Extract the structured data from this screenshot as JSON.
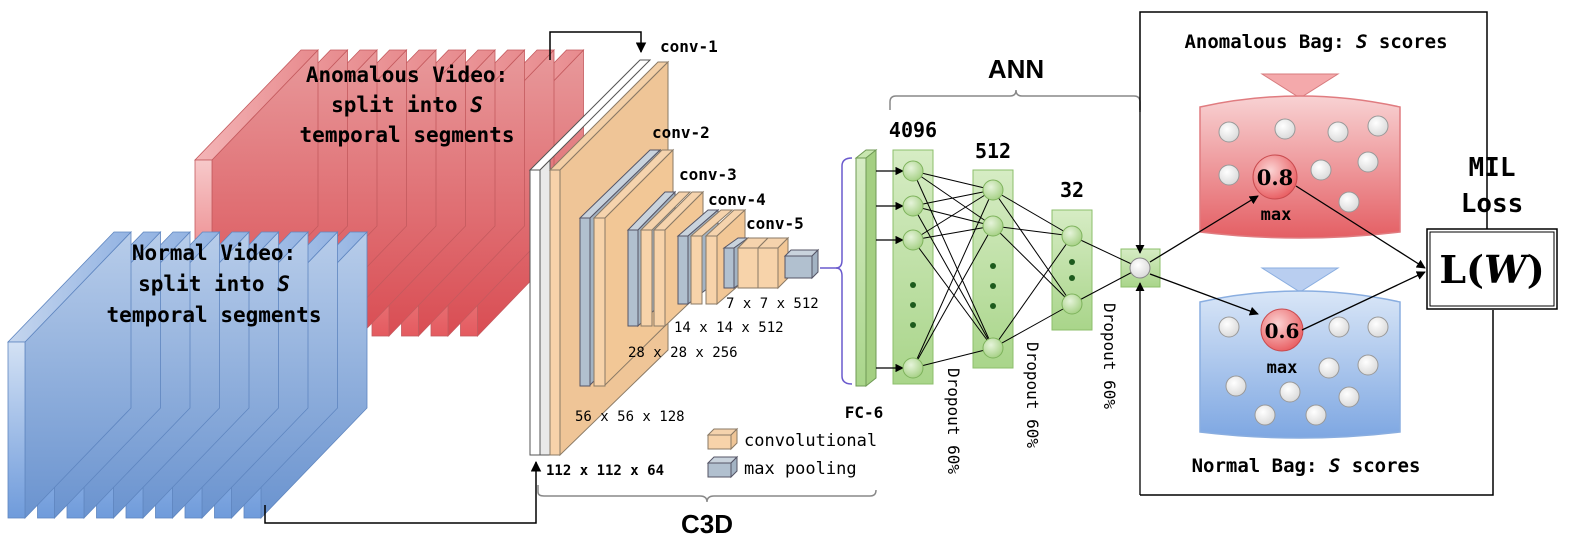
{
  "anomalous_video": {
    "line1": "Anomalous Video:",
    "line2_prefix": "split into ",
    "line2_var": "S",
    "line3": "temporal segments"
  },
  "normal_video": {
    "line1": "Normal Video:",
    "line2_prefix": "split into ",
    "line2_var": "S",
    "line3": "temporal segments"
  },
  "c3d": {
    "title": "C3D",
    "conv_labels": [
      "conv-1",
      "conv-2",
      "conv-3",
      "conv-4",
      "conv-5"
    ],
    "dims": [
      "112 x 112 x 64",
      "56 x 56 x 128",
      "28 x 28 x 256",
      "14 x 14 x 512",
      "7 x 7 x 512"
    ],
    "legend": {
      "convolutional": "convolutional",
      "max_pooling": "max pooling"
    }
  },
  "ann": {
    "title": "ANN",
    "fc6_label": "FC-6",
    "layer_sizes": [
      "4096",
      "512",
      "32"
    ],
    "dropout_label": "Dropout 60%"
  },
  "anomalous_bag": {
    "title_prefix": "Anomalous Bag: ",
    "title_var": "S",
    "title_suffix": " scores",
    "max_score": "0.8",
    "max_label": "max"
  },
  "normal_bag": {
    "title_prefix": "Normal Bag: ",
    "title_var": "S",
    "title_suffix": " scores",
    "max_score": "0.6",
    "max_label": "max"
  },
  "mil_loss": {
    "line1": "MIL",
    "line2": "Loss",
    "formula_prefix": "L(",
    "formula_var": "W",
    "formula_suffix": ")"
  },
  "colors": {
    "anomalous": "#e8777b",
    "normal": "#7fa6dd",
    "conv": "#f5c48e",
    "pool": "#a7b7c6",
    "ann": "#b9dd9a"
  }
}
